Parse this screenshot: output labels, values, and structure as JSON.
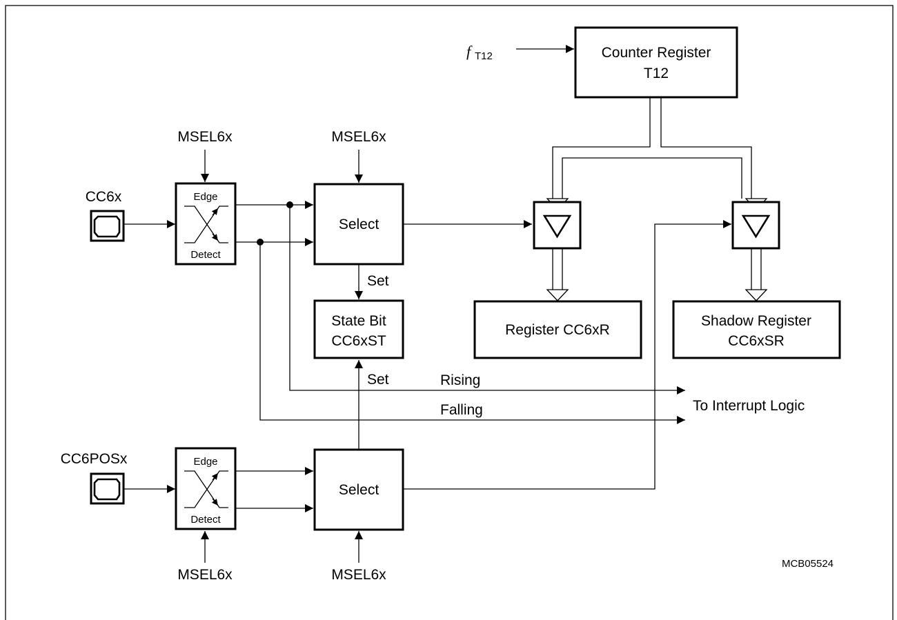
{
  "counter": {
    "line1": "Counter Register",
    "line2": "T12",
    "input_symbol": "f",
    "input_subscript": "T12"
  },
  "capture_path": {
    "input_label": "CC6x",
    "mode_select_edge": "MSEL6x",
    "mode_select_main": "MSEL6x",
    "edge_detect_top": "Edge",
    "edge_detect_bottom": "Detect",
    "select_label": "Select",
    "set_label": "Set"
  },
  "state_bit": {
    "line1": "State Bit",
    "line2": "CC6xST"
  },
  "registers": {
    "main": "Register CC6xR",
    "shadow_line1": "Shadow Register",
    "shadow_line2": "CC6xSR"
  },
  "interrupt": {
    "rising": "Rising",
    "falling": "Falling",
    "target": "To Interrupt Logic"
  },
  "position_path": {
    "input_label": "CC6POSx",
    "edge_detect_top": "Edge",
    "edge_detect_bottom": "Detect",
    "select_label": "Select",
    "set_label": "Set",
    "mode_select_edge": "MSEL6x",
    "mode_select_main": "MSEL6x"
  },
  "figure_id": "MCB05524"
}
